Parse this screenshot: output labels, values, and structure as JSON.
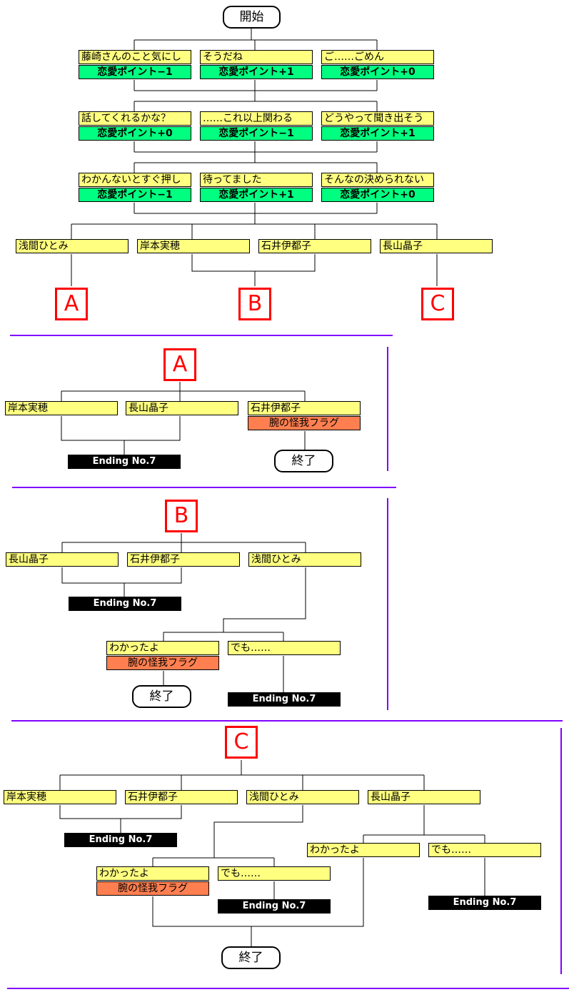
{
  "start": "開始",
  "end": "終了",
  "points_label": "恋愛ポイント",
  "ending_label": "Ending No.7",
  "flag_label": "腕の怪我フラグ",
  "labels": {
    "a": "A",
    "b": "B",
    "c": "C"
  },
  "rows": [
    [
      {
        "text": "藤崎さんのこと気にし",
        "points": "恋愛ポイント−1"
      },
      {
        "text": "そうだね",
        "points": "恋愛ポイント+1"
      },
      {
        "text": "ご……ごめん",
        "points": "恋愛ポイント+0"
      }
    ],
    [
      {
        "text": "話してくれるかな？",
        "points": "恋愛ポイント+0"
      },
      {
        "text": "……これ以上関わる",
        "points": "恋愛ポイント−1"
      },
      {
        "text": "どうやって聞き出そう",
        "points": "恋愛ポイント+1"
      }
    ],
    [
      {
        "text": "わかんないとすぐ押し",
        "points": "恋愛ポイント−1"
      },
      {
        "text": "待ってました",
        "points": "恋愛ポイント+1"
      },
      {
        "text": "そんなの決められない",
        "points": "恋愛ポイント+0"
      }
    ]
  ],
  "characters": {
    "asama": "浅間ひとみ",
    "kishimoto": "岸本実穂",
    "ishii": "石井伊都子",
    "nagayama": "長山晶子"
  },
  "choices": {
    "understood": "わかったよ",
    "but": "でも……"
  },
  "colors": {
    "option": "#ffff80",
    "points": "#00ff80",
    "flag": "#ff7f50",
    "ending": "#000000",
    "label": "#ff0000",
    "separator": "#8000ff"
  }
}
